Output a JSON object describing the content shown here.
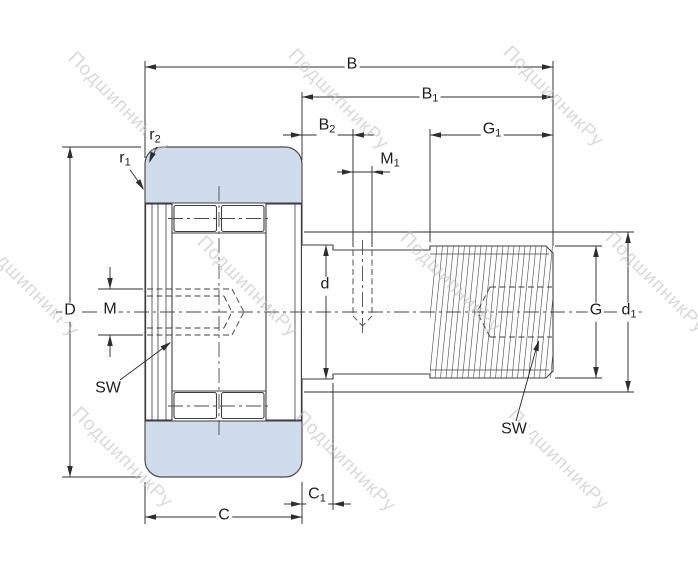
{
  "watermark": {
    "text": "ПодшипникРу"
  },
  "colors": {
    "background": "#ffffff",
    "outer_ring_fill": "#cfdcec",
    "part_line": "#3f3f3f",
    "dimension_line": "#2e2e2e",
    "watermark_text": "#c3c3c3"
  },
  "labels": {
    "B": {
      "main": "B",
      "sub": ""
    },
    "B1": {
      "main": "B",
      "sub": "1"
    },
    "B2": {
      "main": "B",
      "sub": "2"
    },
    "M1": {
      "main": "M",
      "sub": "1"
    },
    "G1": {
      "main": "G",
      "sub": "1"
    },
    "r2": {
      "main": "r",
      "sub": "2"
    },
    "r1": {
      "main": "r",
      "sub": "1"
    },
    "D": {
      "main": "D",
      "sub": ""
    },
    "M": {
      "main": "M",
      "sub": ""
    },
    "SW_left": {
      "main": "SW",
      "sub": ""
    },
    "d": {
      "main": "d",
      "sub": ""
    },
    "G": {
      "main": "G",
      "sub": ""
    },
    "d1": {
      "main": "d",
      "sub": "1"
    },
    "SW_right": {
      "main": "SW",
      "sub": ""
    },
    "C": {
      "main": "C",
      "sub": ""
    },
    "C1": {
      "main": "C",
      "sub": "1"
    }
  }
}
